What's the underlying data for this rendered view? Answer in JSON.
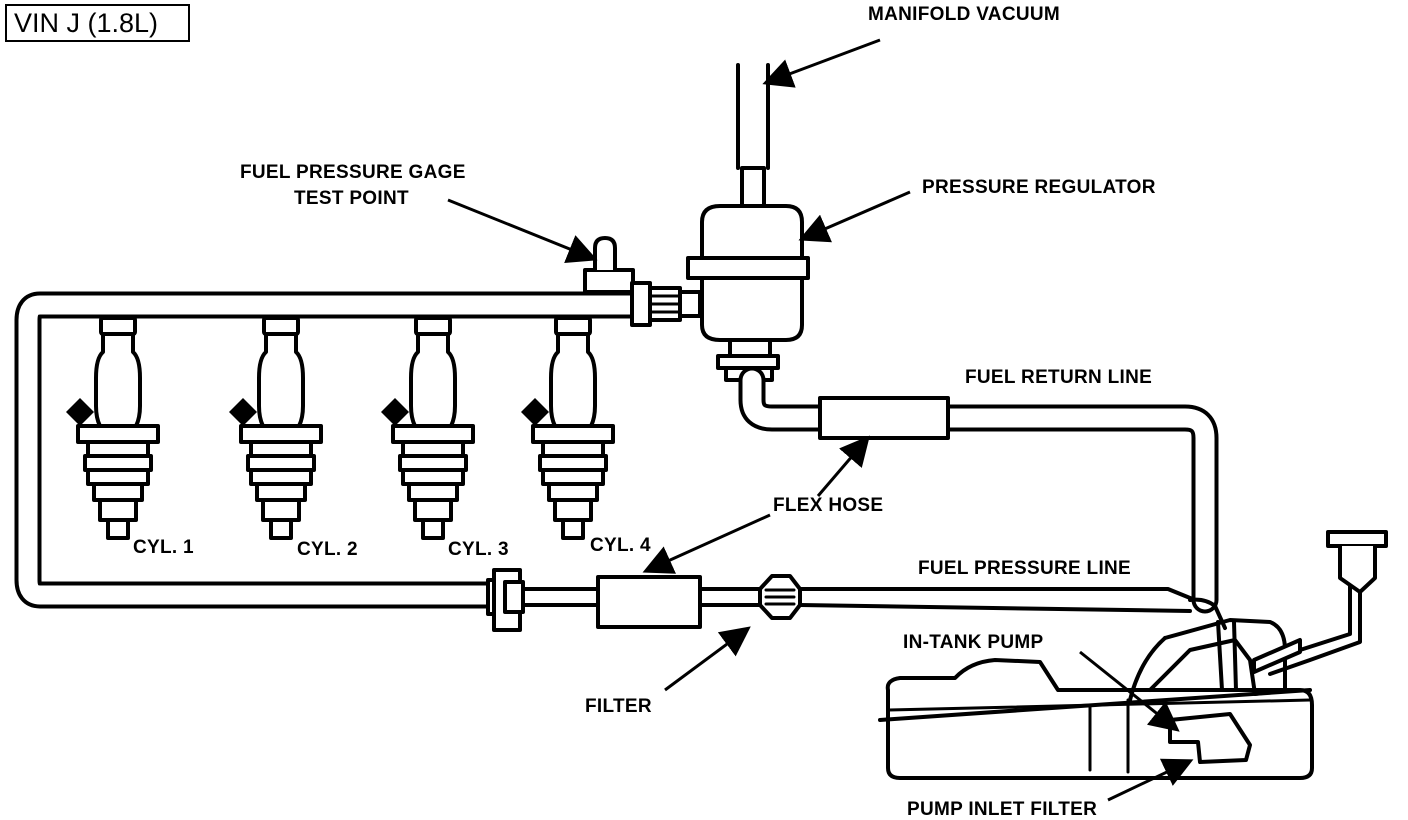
{
  "title": "VIN J (1.8L)",
  "labels": {
    "manifold_vacuum": "MANIFOLD  VACUUM",
    "fuel_pressure_gage_line1": "FUEL PRESSURE GAGE",
    "fuel_pressure_gage_line2": "TEST POINT",
    "pressure_regulator": "PRESSURE REGULATOR",
    "fuel_return_line": "FUEL RETURN LINE",
    "flex_hose": "FLEX HOSE",
    "fuel_pressure_line": "FUEL PRESSURE LINE",
    "in_tank_pump": "IN-TANK  PUMP",
    "filter": "FILTER",
    "pump_inlet_filter": "PUMP INLET FILTER",
    "cyl1": "CYL. 1",
    "cyl2": "CYL. 2",
    "cyl3": "CYL. 3",
    "cyl4": "CYL. 4"
  }
}
